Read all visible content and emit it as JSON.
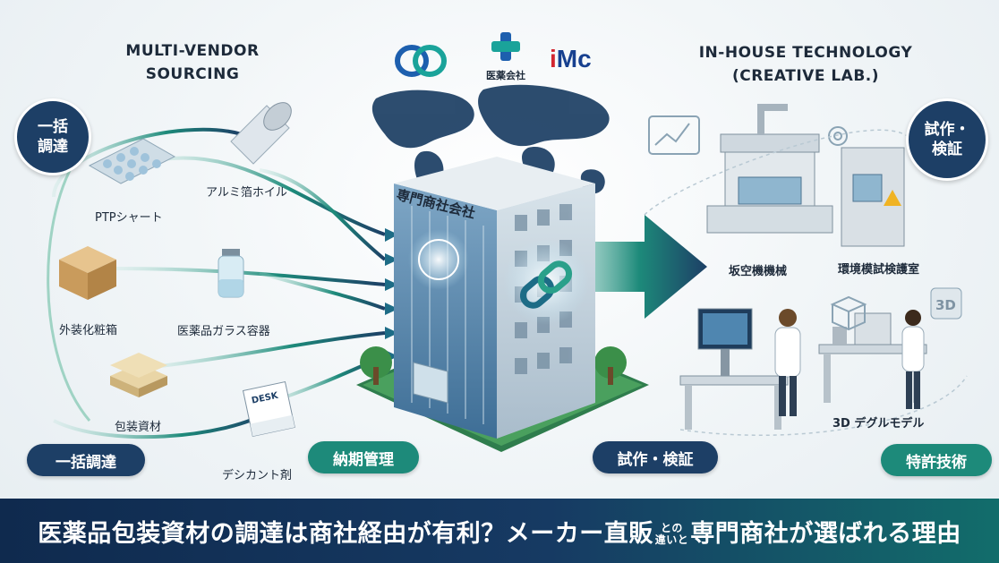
{
  "headings": {
    "left_line1": "MULTI-VENDOR",
    "left_line2": "SOURCING",
    "right_line1": "IN-HOUSE TECHNOLOGY",
    "right_line2": "(CREATIVE LAB.)"
  },
  "logos": {
    "middle_caption": "医薬会社",
    "right_logo_i": "i",
    "right_logo_rest": "Mc"
  },
  "badges": {
    "left_circle_line1": "一括",
    "left_circle_line2": "調達",
    "right_circle_line1": "試作・",
    "right_circle_line2": "検証"
  },
  "pills": {
    "bulk_procurement": "一括調達",
    "delivery_management": "納期管理",
    "prototype_verification": "試作・検証",
    "patent_technology": "特許技術"
  },
  "materials": [
    {
      "label": "PTPシャート"
    },
    {
      "label": "アルミ箔ホイル"
    },
    {
      "label": "外装化粧箱"
    },
    {
      "label": "医薬品ガラス容器"
    },
    {
      "label": "包装資材"
    },
    {
      "label": "デシカント剤"
    }
  ],
  "desiccant_pack_text": "DESK",
  "building_sign": "専門商社会社",
  "lab": {
    "vacuum_machine": "坂空機機械",
    "env_chamber": "環境模試検護室",
    "modeling_3d": "3D デグルモデル",
    "badge_3d": "3D"
  },
  "banner": {
    "part1": "医薬品包装資材の調達は商社経由が有利？メーカー直販",
    "small_top": "との",
    "small_bottom": "違いと",
    "part2": "専門商社が選ばれる理由"
  },
  "colors": {
    "navy": "#1d3f66",
    "teal": "#1d8a7a",
    "banner_start": "#0f2a4e",
    "banner_end": "#126d6b"
  }
}
